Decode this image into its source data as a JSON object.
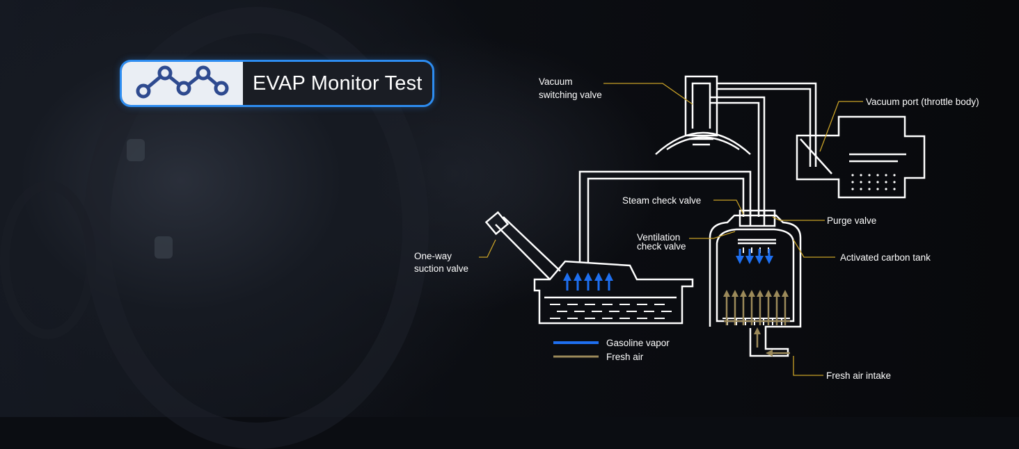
{
  "title": {
    "text": "EVAP Monitor Test",
    "icon": "network-nodes-icon"
  },
  "colors": {
    "accent_border": "#2d8cf0",
    "icon_color": "#2e4a8f",
    "vapor_blue": "#1e6ff0",
    "fresh_air_gold": "#9c8a5a",
    "leader_line": "#c9a227",
    "diagram_line": "#ffffff"
  },
  "labels": {
    "vacuum_switching_valve": [
      "Vacuum",
      "switching valve"
    ],
    "vacuum_port": "Vacuum port (throttle body)",
    "steam_check_valve": "Steam check valve",
    "purge_valve": "Purge valve",
    "ventilation_check_valve": [
      "Ventilation",
      "check valve"
    ],
    "activated_carbon_tank": "Activated carbon tank",
    "one_way_suction_valve": [
      "One-way",
      "suction valve"
    ],
    "fresh_air_intake": "Fresh air intake"
  },
  "legend": [
    {
      "label": "Gasoline vapor",
      "color": "#1e6ff0"
    },
    {
      "label": "Fresh air",
      "color": "#9c8a5a"
    }
  ]
}
